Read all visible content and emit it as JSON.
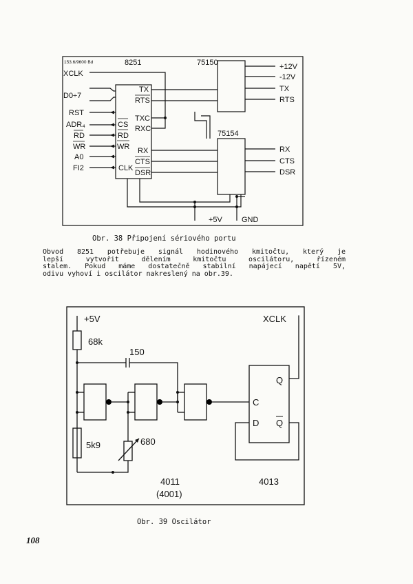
{
  "fig38": {
    "baud": "153.6/9600 Bd",
    "chip_8251": "8251",
    "chip_75150": "75150",
    "chip_75154": "75154",
    "left_signals": [
      "XCLK",
      "D0÷7",
      "RST",
      "ADR₄",
      "RD",
      "WR",
      "A0",
      "FI2"
    ],
    "pins_8251": [
      "TX",
      "RTS",
      "TXC",
      "RXC",
      "CS",
      "RD",
      "WR",
      "CLK",
      "RX",
      "CTS",
      "DSR"
    ],
    "outputs": [
      "+12V",
      "-12V",
      "TX",
      "RTS",
      "RX",
      "CTS",
      "DSR"
    ],
    "plus5v": "+5V",
    "gnd": "GND",
    "caption": "Obr. 38 Připojení sériového portu"
  },
  "paragraph": [
    "Obvod 8251 potřebuje signál hodinového kmitočtu, který je",
    "lepší vytvořit dělením kmitočtu oscilátoru, řízeném",
    "stalem. Pokud máme dostatečně stabilní napájecí napětí 5V,",
    "odivu vyhoví i oscilátor nakreslený na obr.39."
  ],
  "fig39": {
    "supply": "+5V",
    "out": "XCLK",
    "r1": "68k",
    "cap": "150",
    "r2": "5k9",
    "pot": "680",
    "chip_a": "4011",
    "chip_a2": "(4001)",
    "chip_b": "4013",
    "ff_q": "Q",
    "ff_qbar": "Q",
    "ff_c": "C",
    "ff_d": "D",
    "caption": "Obr. 39 Oscilátor"
  },
  "page_number": "108"
}
